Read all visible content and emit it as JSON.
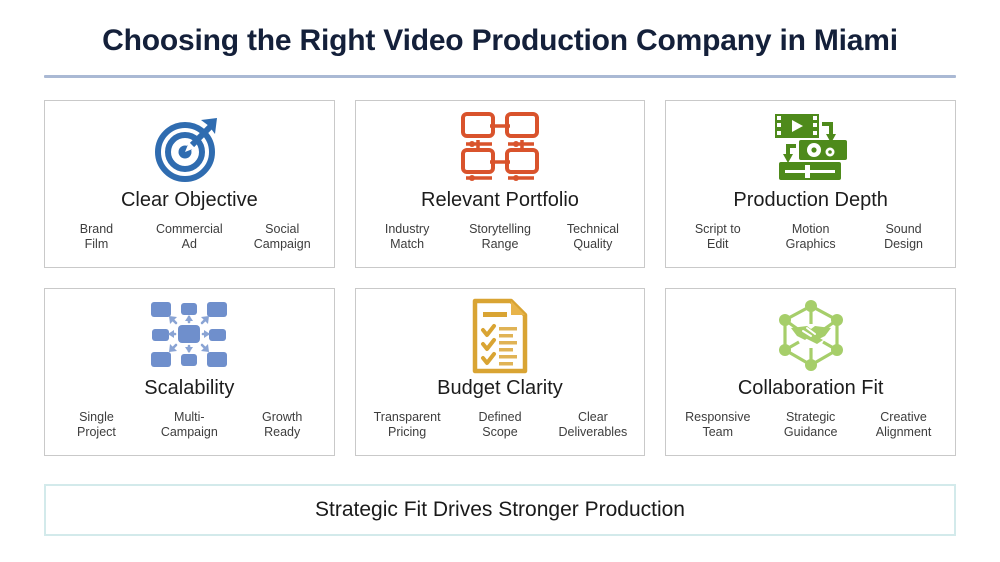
{
  "header": {
    "title": "Choosing the Right Video Production Company in Miami",
    "rule_color": "#aab9d4"
  },
  "cards": [
    {
      "icon": "target-arrow-icon",
      "icon_color": "#2f6cb0",
      "title": "Clear Objective",
      "subs": [
        "Brand\nFilm",
        "Commercial\nAd",
        "Social\nCampaign"
      ]
    },
    {
      "icon": "video-grid-network-icon",
      "icon_color": "#d9532c",
      "title": "Relevant Portfolio",
      "subs": [
        "Industry\nMatch",
        "Storytelling\nRange",
        "Technical\nQuality"
      ]
    },
    {
      "icon": "film-gears-slider-icon",
      "icon_color": "#4e8a1b",
      "title": "Production Depth",
      "subs": [
        "Script to\nEdit",
        "Motion\nGraphics",
        "Sound\nDesign"
      ]
    },
    {
      "icon": "scalability-nodes-icon",
      "icon_color": "#6f8fcc",
      "title": "Scalability",
      "subs": [
        "Single\nProject",
        "Multi-\nCampaign",
        "Growth\nReady"
      ]
    },
    {
      "icon": "checklist-document-icon",
      "icon_color": "#d9a433",
      "title": "Budget Clarity",
      "subs": [
        "Transparent\nPricing",
        "Defined\nScope",
        "Clear\nDeliverables"
      ]
    },
    {
      "icon": "handshake-network-icon",
      "icon_color": "#a6ce6a",
      "title": "Collaboration Fit",
      "subs": [
        "Responsive\nTeam",
        "Strategic\nGuidance",
        "Creative\nAlignment"
      ]
    }
  ],
  "footer": {
    "text": "Strategic Fit Drives Stronger Production",
    "border_color": "#d3eaeb"
  }
}
